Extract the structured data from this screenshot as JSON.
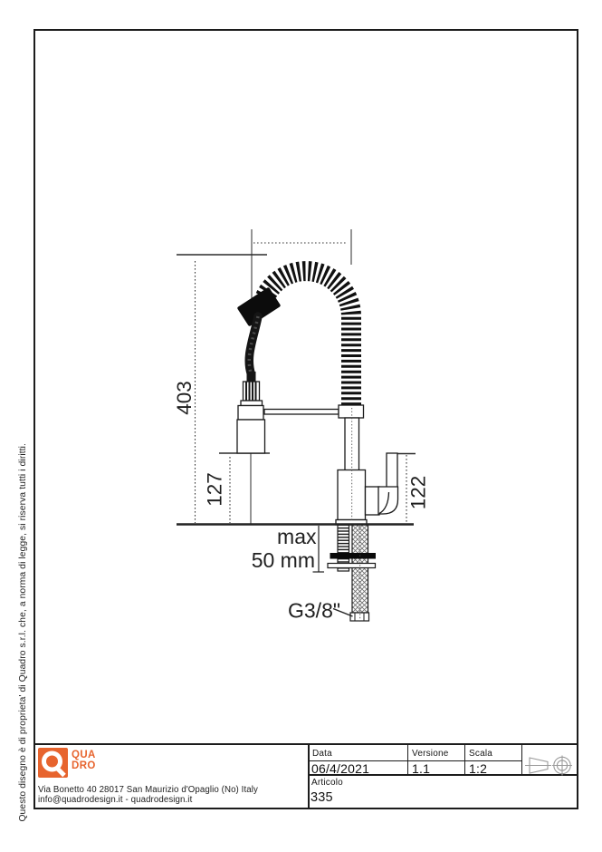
{
  "side_note": "Questo disegno è di proprieta' di Quadro s.r.l. che, a norma di legge, si riserva tutti i diritti.",
  "brand": {
    "logo_top": "QUA",
    "logo_bottom": "DRO",
    "address": "Via Bonetto 40  28017 San Maurizio d'Opaglio (No) Italy",
    "contacts": "info@quadrodesign.it  -  quadrodesign.it",
    "accent": "#e7642e"
  },
  "title_block": {
    "data_label": "Data",
    "data_value": "06/4/2021",
    "version_label": "Versione",
    "version_value": "1.1",
    "scale_label": "Scala",
    "scale_value": "1:2",
    "article_label": "Articolo",
    "article_value": "335"
  },
  "drawing": {
    "dim_total_height": "403",
    "dim_spout_height": "127",
    "dim_handle_height": "122",
    "max_depth_line1": "max",
    "max_depth_line2": "50 mm",
    "thread_size": "G3/8\""
  }
}
